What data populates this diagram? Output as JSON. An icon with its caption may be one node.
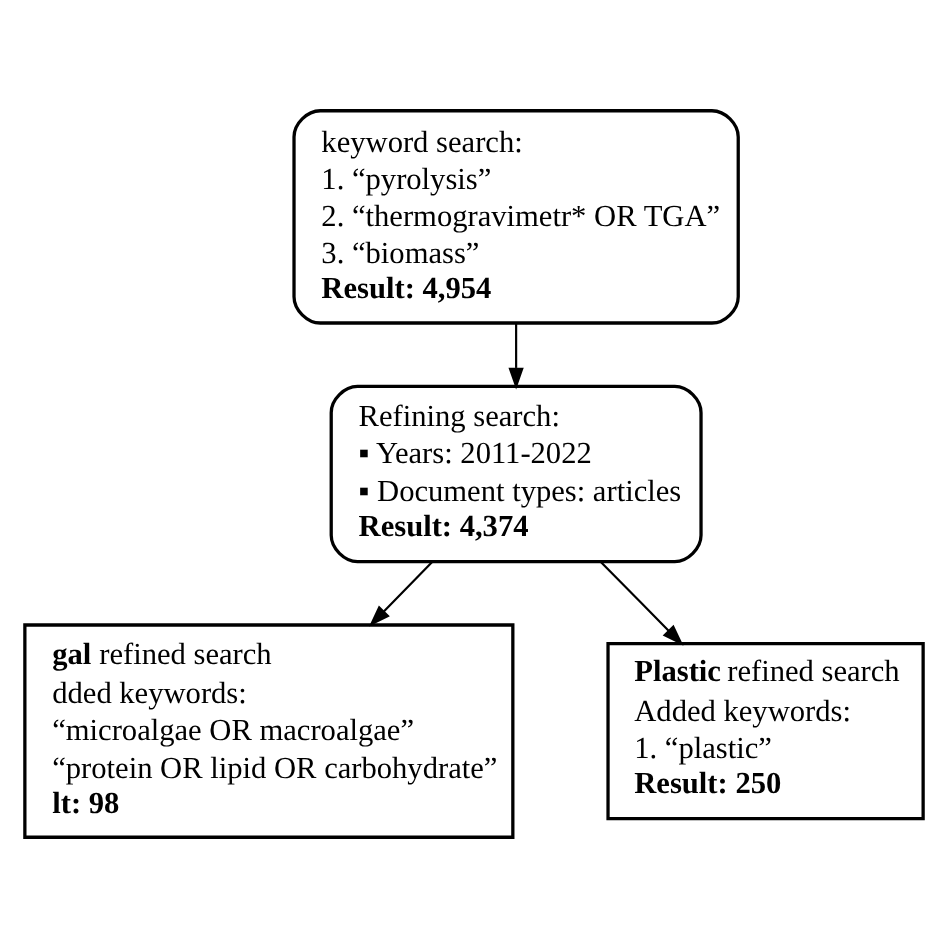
{
  "diagram": {
    "nodes": [
      {
        "text": [
          "keyword search:",
          "1. “pyrolysis”",
          "2. “thermogravimetr* OR TGA”",
          "3. “biomass”",
          "**Result: 4,954**"
        ]
      },
      {
        "text": [
          "Refining search:",
          "▪ Years: 2011-2022",
          "▪ Document types: articles",
          "**Result: 4,374**"
        ]
      },
      {
        "text": [
          "**gal** refined search",
          "dded keywords:",
          "“microalgae OR macroalgae”",
          "“protein OR lipid OR carbohydrate”",
          "**lt: 98**"
        ]
      },
      {
        "text": [
          "**Plastic** refined search",
          "Added keywords:",
          "1. “plastic”",
          "**Result: 250**"
        ]
      }
    ],
    "edges": [
      {
        "from": 0,
        "to": 1,
        "arrow": "to"
      },
      {
        "from": 1,
        "to": 2,
        "arrow": "to"
      },
      {
        "from": 1,
        "to": 3,
        "arrow": "to"
      }
    ]
  }
}
